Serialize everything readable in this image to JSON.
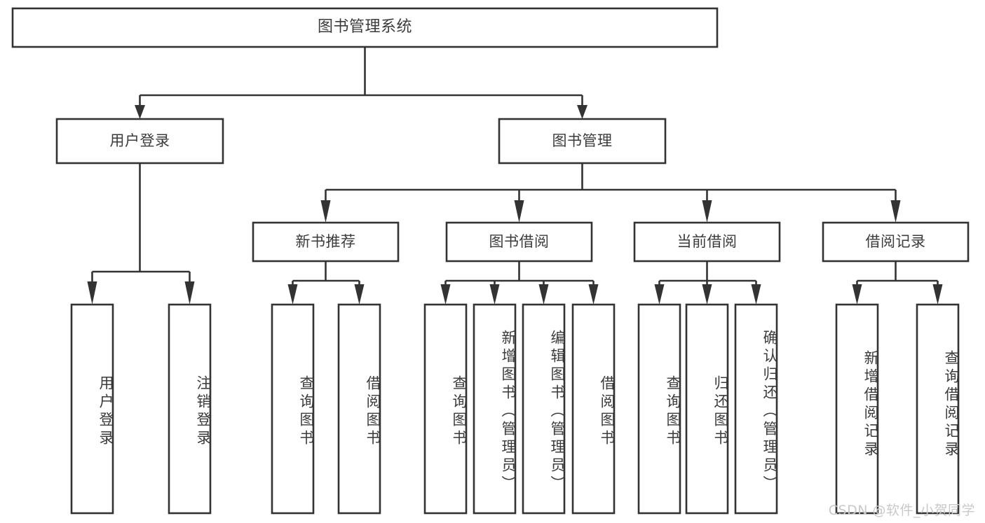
{
  "diagram": {
    "title": "图书管理系统",
    "type": "tree",
    "watermark": "CSDN @软件_小贺同学",
    "colors": {
      "stroke": "#333333",
      "fill": "#ffffff",
      "text": "#3b3b3b",
      "watermark": "#c9c9c9",
      "background": "#ffffff"
    },
    "levels": {
      "root": {
        "label": "图书管理系统"
      },
      "level2": [
        {
          "label": "用户登录"
        },
        {
          "label": "图书管理"
        }
      ],
      "level3": [
        {
          "label": "新书推荐"
        },
        {
          "label": "图书借阅"
        },
        {
          "label": "当前借阅"
        },
        {
          "label": "借阅记录"
        }
      ],
      "leaves": {
        "user_login": [
          {
            "label": "用户登录"
          },
          {
            "label": "注销登录"
          }
        ],
        "new_book_recommend": [
          {
            "label": "查询图书"
          },
          {
            "label": "借阅图书"
          }
        ],
        "book_borrow": [
          {
            "label": "查询图书"
          },
          {
            "label": "新增图书（管理员）"
          },
          {
            "label": "编辑图书（管理员）"
          },
          {
            "label": "借阅图书"
          }
        ],
        "current_borrow": [
          {
            "label": "查询图书"
          },
          {
            "label": "归还图书"
          },
          {
            "label": "确认归还（管理员）"
          }
        ],
        "borrow_record": [
          {
            "label": "新增借阅记录"
          },
          {
            "label": "查询借阅记录"
          }
        ]
      }
    }
  }
}
